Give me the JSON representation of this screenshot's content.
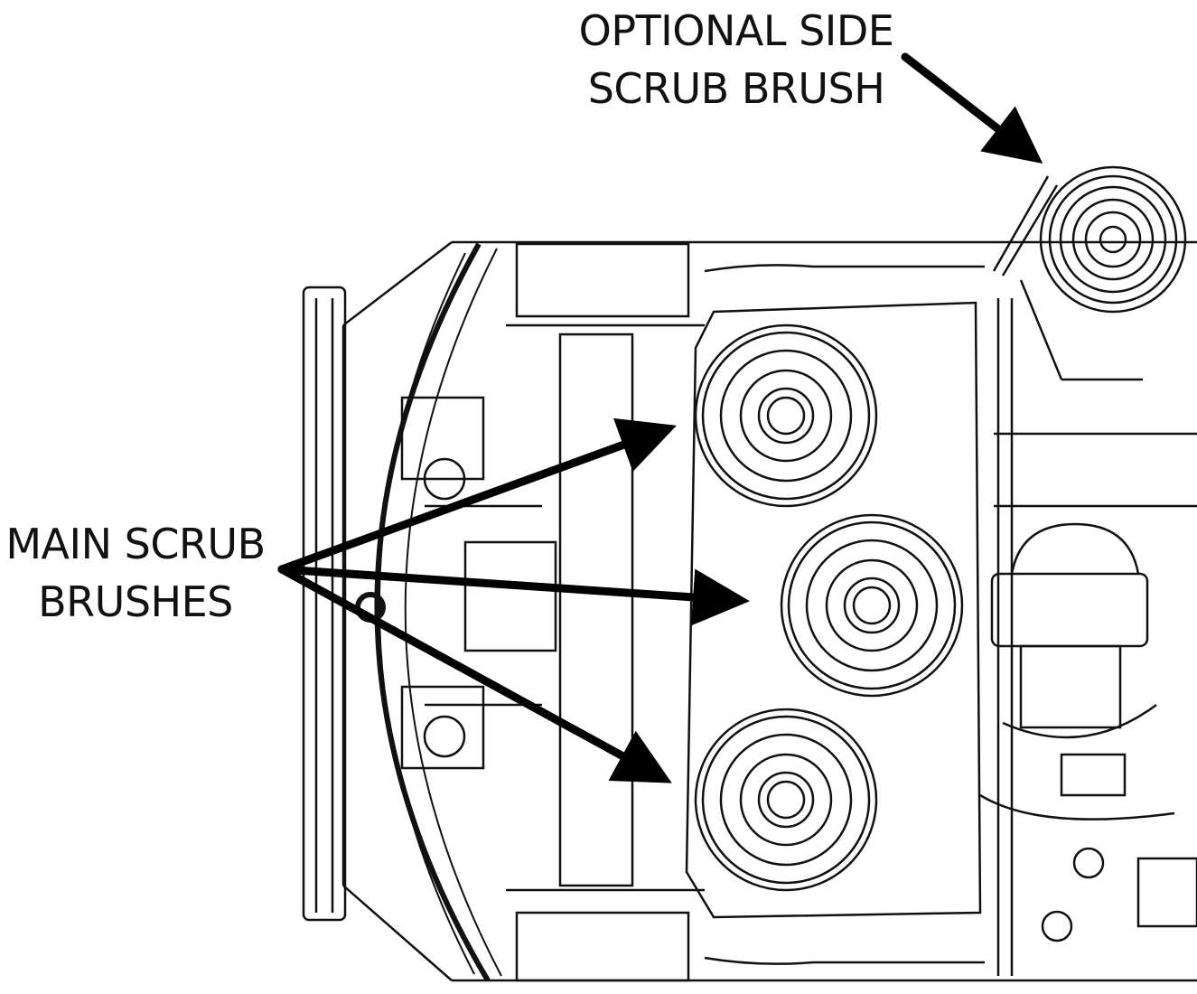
{
  "labels": {
    "side_brush": [
      "OPTIONAL SIDE",
      "SCRUB BRUSH"
    ],
    "main_brushes": [
      "MAIN SCRUB",
      "BRUSHES"
    ]
  },
  "colors": {
    "line": "#111111",
    "background": "#ffffff",
    "arrow": "#000000"
  }
}
